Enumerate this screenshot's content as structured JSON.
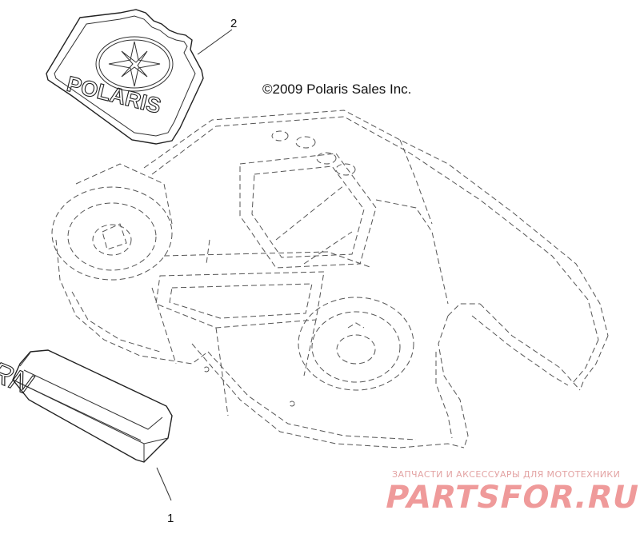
{
  "copyright": "©2009 Polaris Sales Inc.",
  "callouts": {
    "one": "1",
    "two": "2"
  },
  "part_texts": {
    "decal_brand": "POLARIS",
    "button_label": "RN"
  },
  "watermark": {
    "tagline": "ЗАПЧАСТИ И АКСЕССУАРЫ ДЛЯ МОТОТЕХНИКИ",
    "brand": "PARTSFOR.RU",
    "color": "#ef9a9a"
  }
}
